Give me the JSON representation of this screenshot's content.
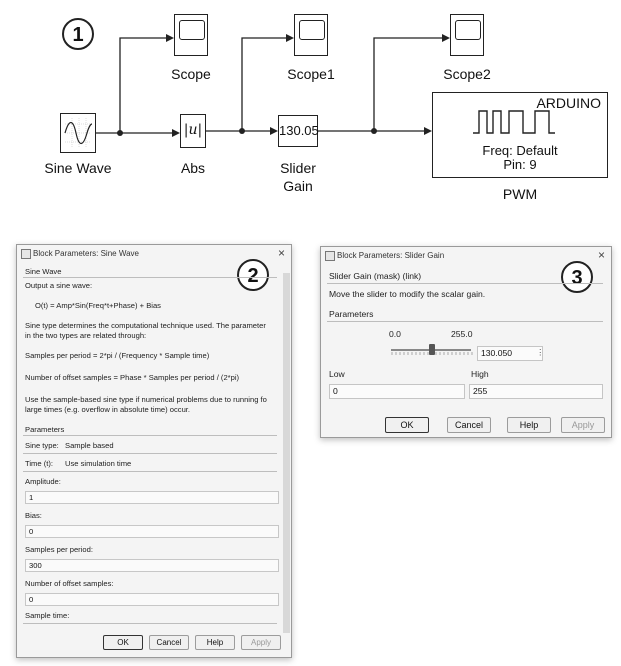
{
  "diagram": {
    "step_number": "1",
    "blocks": {
      "sine_wave": "Sine Wave",
      "abs": "Abs",
      "abs_symbol": "|u|",
      "scope": "Scope",
      "scope1": "Scope1",
      "scope2": "Scope2",
      "slider_gain_value": "130.05",
      "slider_gain_label_1": "Slider",
      "slider_gain_label_2": "Gain",
      "pwm_brand": "ARDUINO",
      "pwm_freq": "Freq: Default",
      "pwm_pin": "Pin: 9",
      "pwm_label": "PWM"
    }
  },
  "sine_dialog": {
    "step_number": "2",
    "title": "Block Parameters: Sine Wave",
    "block_name": "Sine Wave",
    "desc_1": "Output a sine wave:",
    "formula": "O(t) = Amp*Sin(Freq*t+Phase) + Bias",
    "desc_2a": "Sine type determines the computational technique used. The parameter",
    "desc_2b": "in the two types are related through:",
    "desc_3": "Samples per period = 2*pi / (Frequency * Sample time)",
    "desc_4": "Number of offset samples = Phase * Samples per period / (2*pi)",
    "desc_5a": "Use the sample-based sine type if numerical problems due to running fo",
    "desc_5b": "large times (e.g. overflow in absolute time) occur.",
    "parameters_heading": "Parameters",
    "sine_type_label": "Sine type:",
    "sine_type_value": "Sample based",
    "time_label": "Time (t):",
    "time_value": "Use simulation time",
    "amplitude_label": "Amplitude:",
    "amplitude_value": "1",
    "bias_label": "Bias:",
    "bias_value": "0",
    "samples_per_period_label": "Samples per period:",
    "samples_per_period_value": "300",
    "offset_samples_label": "Number of offset samples:",
    "offset_samples_value": "0",
    "sample_time_label": "Sample time:",
    "buttons": {
      "ok": "OK",
      "cancel": "Cancel",
      "help": "Help",
      "apply": "Apply"
    }
  },
  "slider_dialog": {
    "step_number": "3",
    "title": "Block Parameters: Slider Gain",
    "block_name": "Slider Gain (mask) (link)",
    "description": "Move the slider to modify the scalar gain.",
    "parameters_heading": "Parameters",
    "slider_min": "0.0",
    "slider_max": "255.0",
    "slider_value": "130.050",
    "slider_fraction": 0.51,
    "low_label": "Low",
    "low_value": "0",
    "high_label": "High",
    "high_value": "255",
    "buttons": {
      "ok": "OK",
      "cancel": "Cancel",
      "help": "Help",
      "apply": "Apply"
    }
  }
}
